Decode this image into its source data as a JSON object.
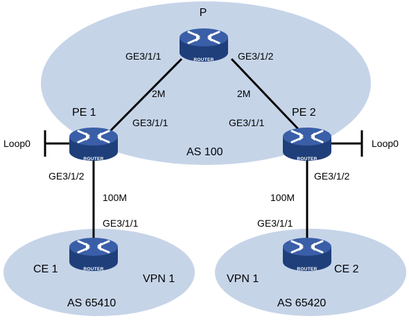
{
  "colors": {
    "as_area": "#c6d4e8",
    "router_top": "#3a5fa8",
    "router_side": "#1f3f7a",
    "link": "#000000"
  },
  "router_tag": "ROUTER",
  "areas": {
    "core": {
      "label": "AS 100"
    },
    "vpn_left": {
      "vpn": "VPN 1",
      "as": "AS 65410"
    },
    "vpn_right": {
      "vpn": "VPN 1",
      "as": "AS 65420"
    }
  },
  "devices": {
    "p": {
      "name": "P",
      "if_left": "GE3/1/1",
      "if_right": "GE3/1/2"
    },
    "pe1": {
      "name": "PE 1",
      "if_up": "GE3/1/1",
      "if_down": "GE3/1/2",
      "loopback": "Loop0"
    },
    "pe2": {
      "name": "PE 2",
      "if_up": "GE3/1/1",
      "if_down": "GE3/1/2",
      "loopback": "Loop0"
    },
    "ce1": {
      "name": "CE 1",
      "if_up": "GE3/1/1"
    },
    "ce2": {
      "name": "CE 2",
      "if_up": "GE3/1/1"
    }
  },
  "links": {
    "p_pe1": {
      "bandwidth": "2M"
    },
    "p_pe2": {
      "bandwidth": "2M"
    },
    "pe1_ce1": {
      "bandwidth": "100M"
    },
    "pe2_ce2": {
      "bandwidth": "100M"
    }
  }
}
